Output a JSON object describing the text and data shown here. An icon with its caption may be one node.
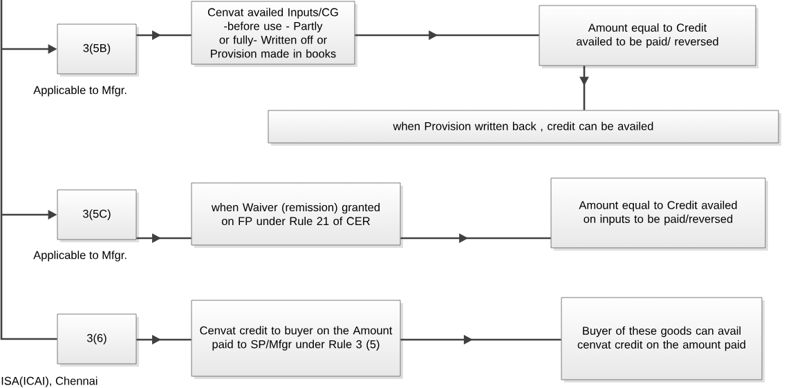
{
  "diagram": {
    "nodes": [
      {
        "text": [
          "3(5B)"
        ],
        "beside": [
          "Applicable to  Mfgr."
        ]
      },
      {
        "text": [
          "Cenvat availed Inputs/CG -before use - Partly or fully- Written off or Provision made in books"
        ]
      },
      {
        "text": [
          "Amount equal to Credit availed to be paid/ reversed"
        ]
      },
      {
        "text": [
          "when Provision written back , credit can be availed"
        ]
      },
      {
        "text": [
          "3(5C)"
        ],
        "beside": [
          "Applicable to  Mfgr."
        ]
      },
      {
        "text": [
          "when Waiver (remission) granted on FP under Rule 21 of CER"
        ]
      },
      {
        "text": [
          "Amount equal to Credit availed  on inputs to be paid/reversed"
        ]
      },
      {
        "text": [
          "3(6)"
        ]
      },
      {
        "text": [
          "Cenvat credit to buyer on the Amount paid to  SP/Mfgr under Rule 3 (5)"
        ]
      },
      {
        "text": [
          "Buyer of these goods can avail cenvat credit on the amount paid"
        ]
      }
    ],
    "edges": [
      {
        "from": null,
        "to": 0,
        "arrow": "to"
      },
      {
        "from": 0,
        "to": 1,
        "arrow": "to"
      },
      {
        "from": 1,
        "to": 2,
        "arrow": "to"
      },
      {
        "from": 2,
        "to": 3,
        "arrow": "to"
      },
      {
        "from": null,
        "to": 4,
        "arrow": "to"
      },
      {
        "from": 4,
        "to": 5,
        "arrow": "to"
      },
      {
        "from": 5,
        "to": 6,
        "arrow": "to"
      },
      {
        "from": null,
        "to": 7,
        "arrow": "none"
      },
      {
        "from": 7,
        "to": 8,
        "arrow": "to"
      },
      {
        "from": 8,
        "to": 9,
        "arrow": "to"
      }
    ],
    "labels": [
      "ISA(ICAI), Chennai"
    ]
  }
}
